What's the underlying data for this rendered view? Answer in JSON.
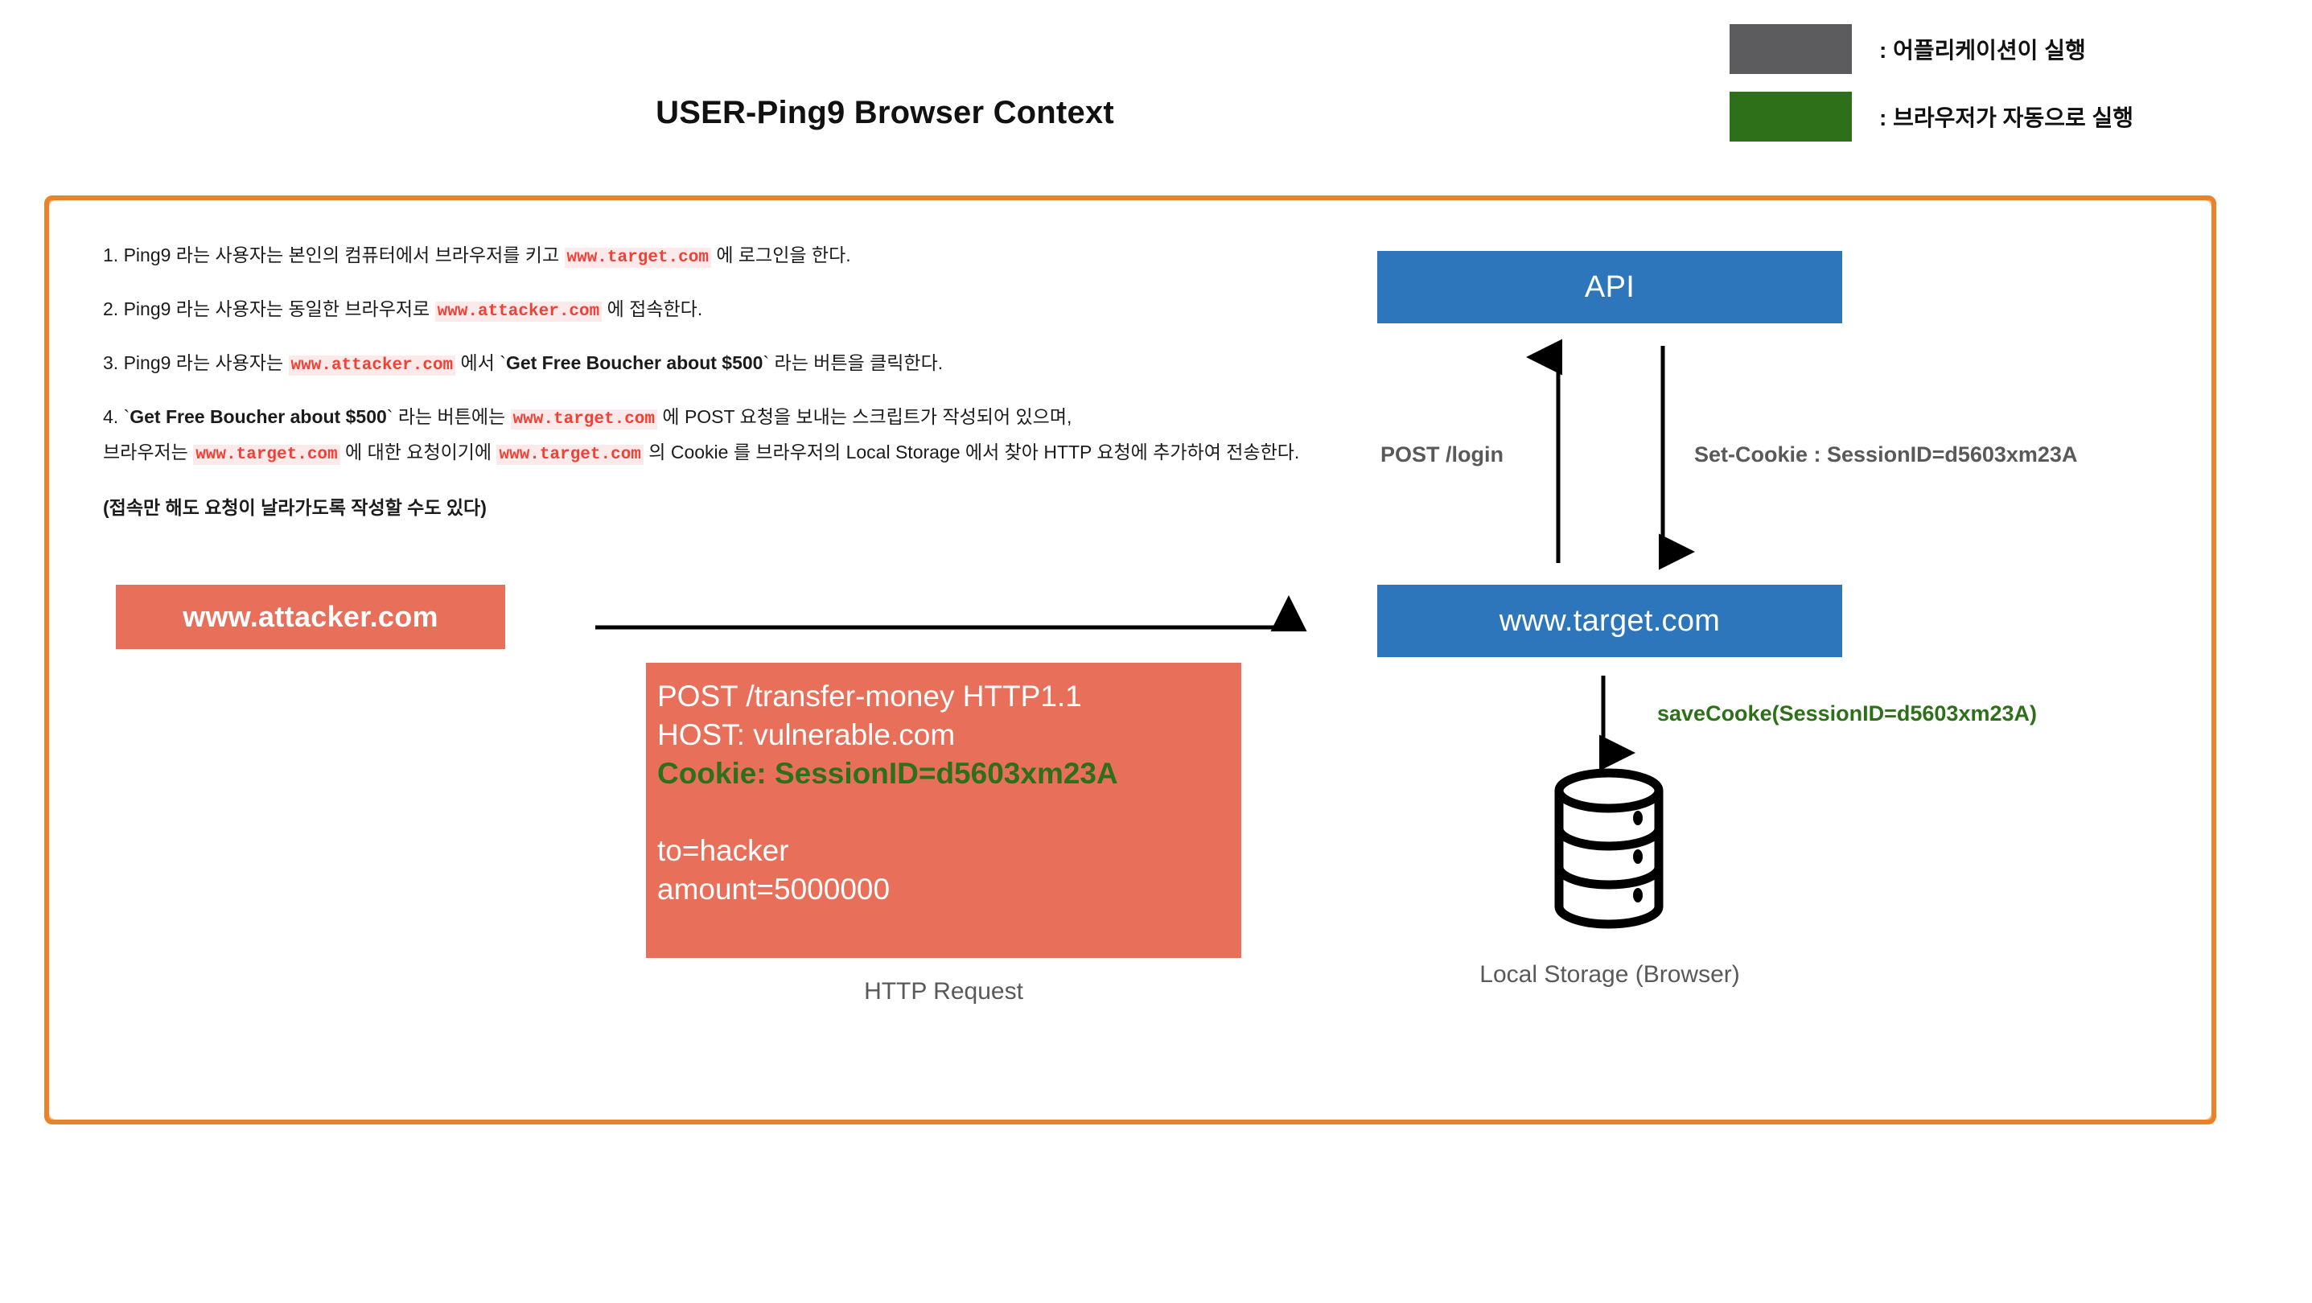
{
  "title": "USER-Ping9 Browser Context",
  "colors": {
    "frame_border": "#e8832a",
    "node_blue": "#2e76bc",
    "node_red": "#e8705a",
    "legend_gray": "#5c5c5e",
    "legend_green": "#2e7019",
    "code_red": "#ef4136",
    "label_gray": "#595959"
  },
  "legend": {
    "items": [
      {
        "swatch": "gray",
        "label": ": 어플리케이션이 실행"
      },
      {
        "swatch": "green",
        "label": ": 브라우저가 자동으로 실행"
      }
    ]
  },
  "steps": {
    "step1": {
      "a": "1. Ping9 라는 사용자는 본인의 컴퓨터에서 브라우저를 키고 ",
      "code1": "www.target.com",
      "b": " 에 로그인을 한다."
    },
    "step2": {
      "a": "2. Ping9 라는 사용자는 동일한 브라우저로 ",
      "code1": "www.attacker.com",
      "b": " 에 접속한다."
    },
    "step3": {
      "a": "3. Ping9 라는 사용자는 ",
      "code1": "www.attacker.com",
      "b": " 에서 `",
      "bold1": "Get Free Boucher about $500",
      "c": "` 라는 버튼을 클릭한다."
    },
    "step4": {
      "a": "4. `",
      "bold1": "Get Free Boucher about $500",
      "b": "` 라는 버튼에는 ",
      "code1": "www.target.com",
      "c": " 에 POST 요청을 보내는 스크립트가 작성되어 있으며,",
      "d": "브라우저는 ",
      "code2": "www.target.com",
      "e": " 에 대한 요청이기에 ",
      "code3": "www.target.com",
      "f": " 의 Cookie 를 브라우저의 Local Storage 에서 찾아 HTTP 요청에 추가하여 전송한다."
    },
    "note": "(접속만 해도 요청이 날라가도록 작성할 수도 있다)"
  },
  "nodes": {
    "api": "API",
    "target": "www.target.com",
    "attacker": "www.attacker.com",
    "local_storage_caption": "Local Storage (Browser)"
  },
  "arrows": {
    "post_login": "POST /login",
    "set_cookie": "Set-Cookie : SessionID=d5603xm23A",
    "save_cookie": "saveCooke(SessionID=d5603xm23A)"
  },
  "http_request": {
    "caption": "HTTP Request",
    "line1": "POST /transfer-money HTTP1.1",
    "line2": "HOST: vulnerable.com",
    "line3": "Cookie: SessionID=d5603xm23A",
    "line4": "to=hacker",
    "line5": "amount=5000000"
  }
}
